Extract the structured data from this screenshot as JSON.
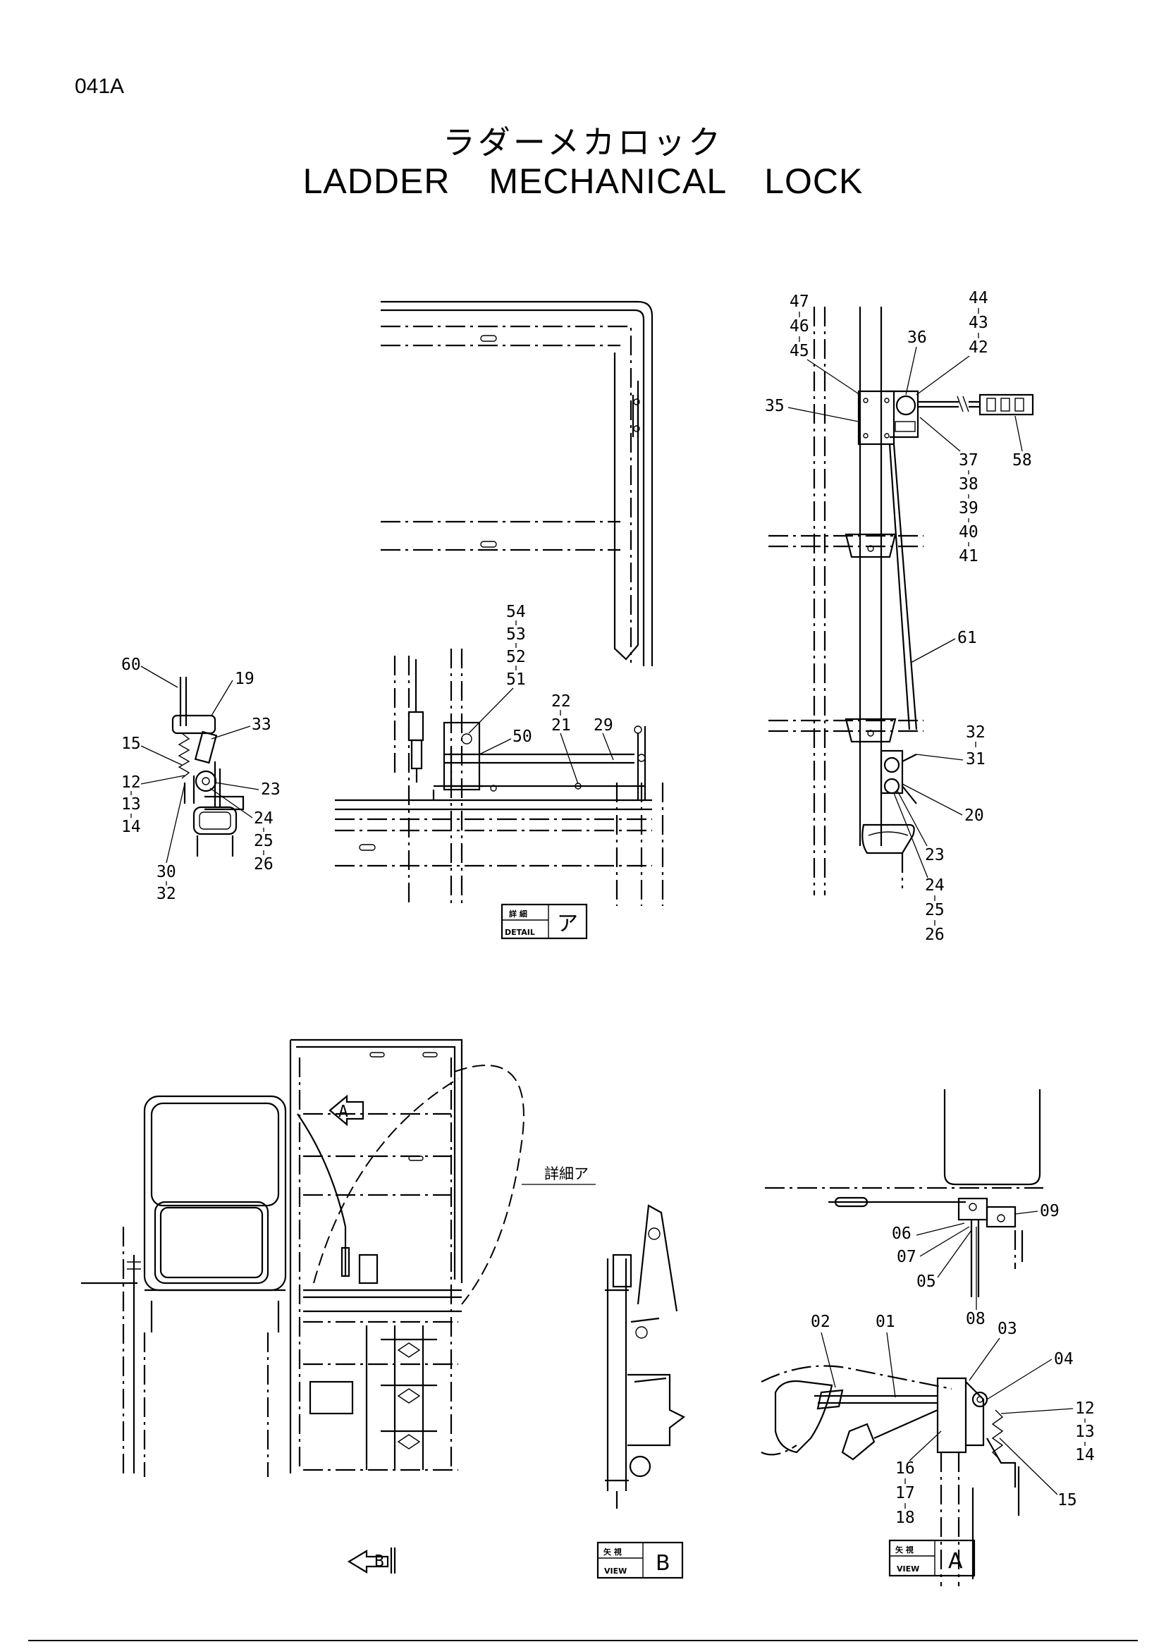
{
  "page": {
    "code": "041A"
  },
  "title": {
    "japanese": "ラダーメカロック",
    "english": "LADDER MECHANICAL LOCK"
  },
  "views": {
    "detail_a": {
      "kanji": "詳 細",
      "latin": "DETAIL",
      "letter": "ア"
    },
    "view_b": {
      "kanji": "矢 視",
      "latin": "VIEW",
      "letter": "B"
    },
    "view_a": {
      "kanji": "矢 視",
      "latin": "VIEW",
      "letter": "A"
    },
    "detail_callout": "詳細ア",
    "arrow_a_letter": "A",
    "arrow_b_letter": "B"
  },
  "part_numbers": {
    "left_detail": [
      "60",
      "19",
      "33",
      "15",
      "12",
      "13",
      "14",
      "23",
      "24",
      "25",
      "26",
      "30",
      "32"
    ],
    "detail_a": [
      "54",
      "53",
      "52",
      "51",
      "22",
      "21",
      "29",
      "50"
    ],
    "right_side": [
      "47",
      "46",
      "45",
      "44",
      "43",
      "42",
      "36",
      "35",
      "58",
      "37",
      "38",
      "39",
      "40",
      "41",
      "61",
      "32",
      "31",
      "20",
      "23",
      "24",
      "25",
      "26"
    ],
    "view_a_upper": [
      "09",
      "06",
      "07",
      "05",
      "08"
    ],
    "view_a_lower": [
      "02",
      "01",
      "03",
      "04",
      "12",
      "13",
      "14",
      "15",
      "16",
      "17",
      "18"
    ]
  }
}
